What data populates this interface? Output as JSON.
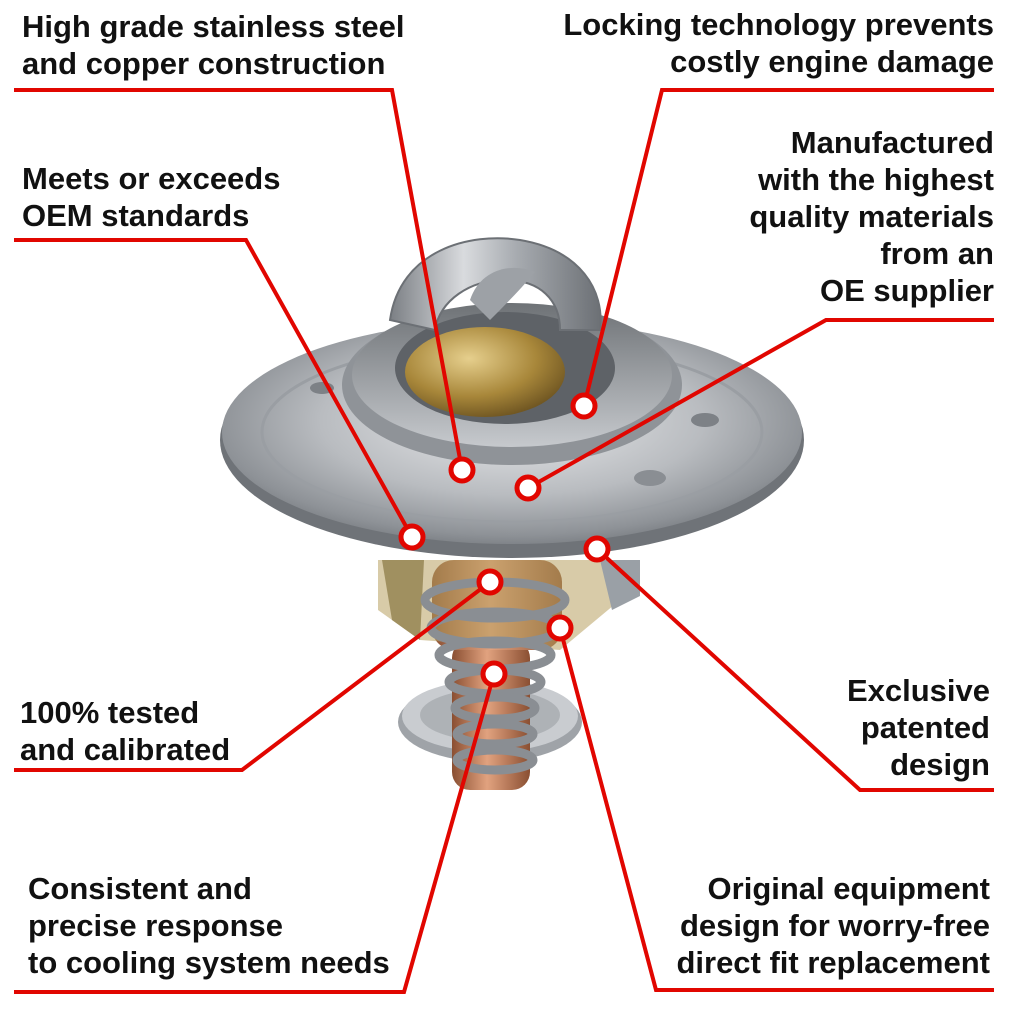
{
  "colors": {
    "leader_line": "#e10600",
    "text": "#111111",
    "steel": "#b9bcc0",
    "brass": "#a8873a",
    "copper": "#b77752"
  },
  "icons": [
    "thermostat-product-image"
  ],
  "callouts": [
    {
      "id": "material",
      "lines": [
        "High grade stainless steel",
        "and copper construction"
      ]
    },
    {
      "id": "locking",
      "lines": [
        "Locking technology prevents",
        "costly engine damage"
      ]
    },
    {
      "id": "oem-standards",
      "lines": [
        "Meets or exceeds",
        "OEM standards"
      ]
    },
    {
      "id": "manufactured",
      "lines": [
        "Manufactured",
        "with the highest",
        "quality materials",
        "from an",
        "OE supplier"
      ]
    },
    {
      "id": "tested",
      "lines": [
        "100% tested",
        "and calibrated"
      ]
    },
    {
      "id": "patented",
      "lines": [
        "Exclusive",
        "patented",
        "design"
      ]
    },
    {
      "id": "response",
      "lines": [
        "Consistent and",
        "precise response",
        "to cooling system needs"
      ]
    },
    {
      "id": "original",
      "lines": [
        "Original equipment",
        "design for worry-free",
        "direct fit replacement"
      ]
    }
  ]
}
